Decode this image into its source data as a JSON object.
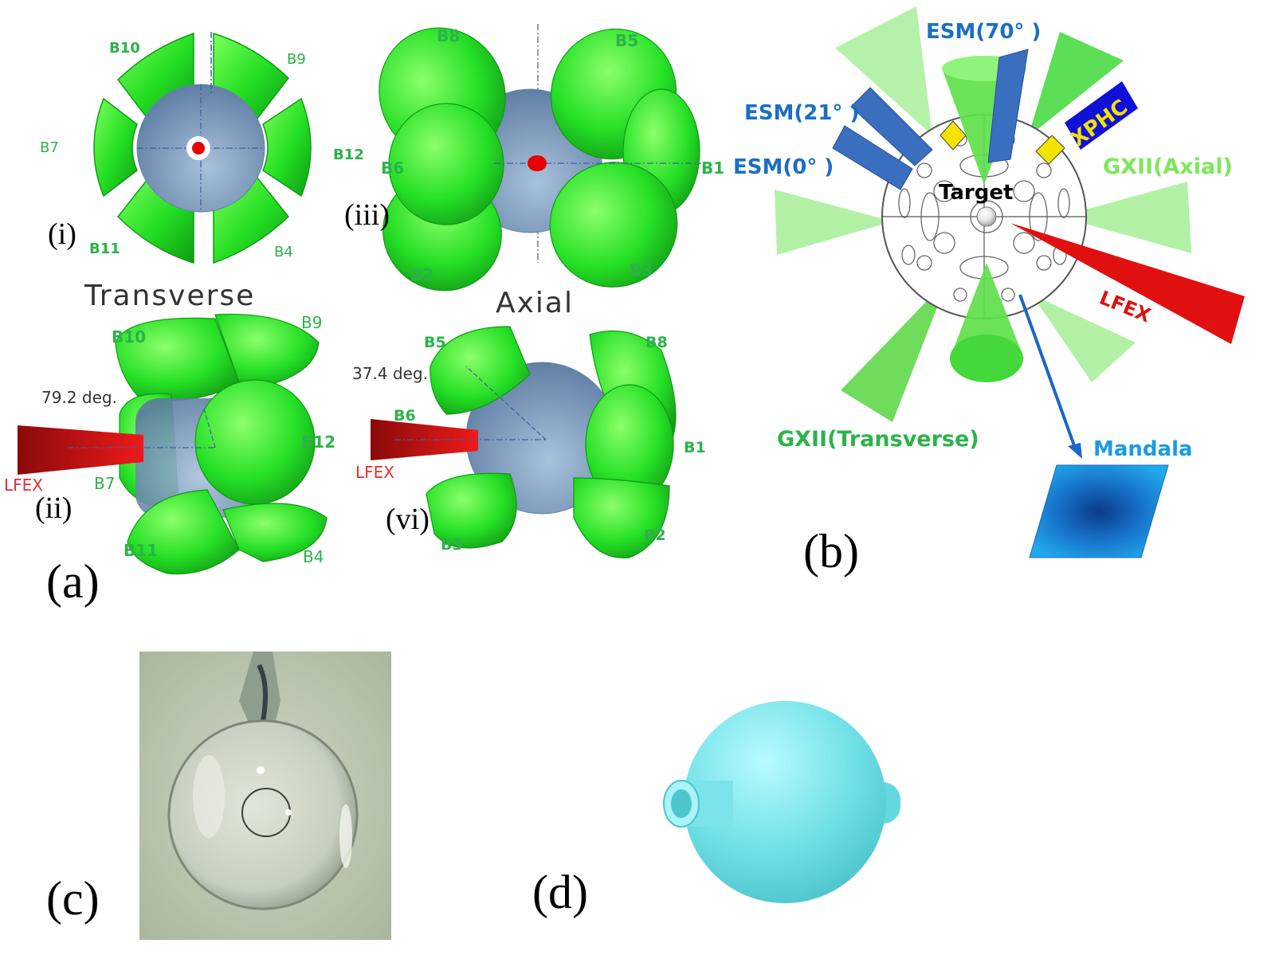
{
  "panel_a": {
    "label": "(a)",
    "transverse_title": "Transverse",
    "axial_title": "Axial",
    "sub_i": {
      "label": "(i)",
      "beams": [
        "B10",
        "B9",
        "B7",
        "B12",
        "B11",
        "B4"
      ]
    },
    "sub_iii": {
      "label": "(iii)",
      "beams": [
        "B8",
        "B5",
        "B6",
        "B1",
        "B2",
        "B3"
      ]
    },
    "sub_ii": {
      "label": "(ii)",
      "beams": [
        "B10",
        "B9",
        "B12",
        "B7",
        "B11",
        "B4"
      ],
      "angle": "79.2 deg.",
      "laser": "LFEX"
    },
    "sub_vi": {
      "label": "(vi)",
      "beams": [
        "B5",
        "B8",
        "B6",
        "B1",
        "B3",
        "B2"
      ],
      "angle": "37.4 deg.",
      "laser": "LFEX"
    }
  },
  "panel_b": {
    "label": "(b)",
    "esm70": "ESM(70°  )",
    "esm21": "ESM(21°  )",
    "esm0": "ESM(0°  )",
    "xphc": "XPHC",
    "gxii_axial": "GXII(Axial)",
    "target": "Target",
    "lfex": "LFEX",
    "gxii_transverse": "GXII(Transverse)",
    "mandala": "Mandala",
    "colors": {
      "green_dark": "#3fd83a",
      "green_light": "#aef0a0",
      "laser_red": "#e01010",
      "esm_blue": "#3a6fc0",
      "xphc_blue": "#1010d8",
      "mandala": "#1b9be0"
    }
  },
  "panel_c": {
    "label": "(c)"
  },
  "panel_d": {
    "label": "(d)"
  }
}
